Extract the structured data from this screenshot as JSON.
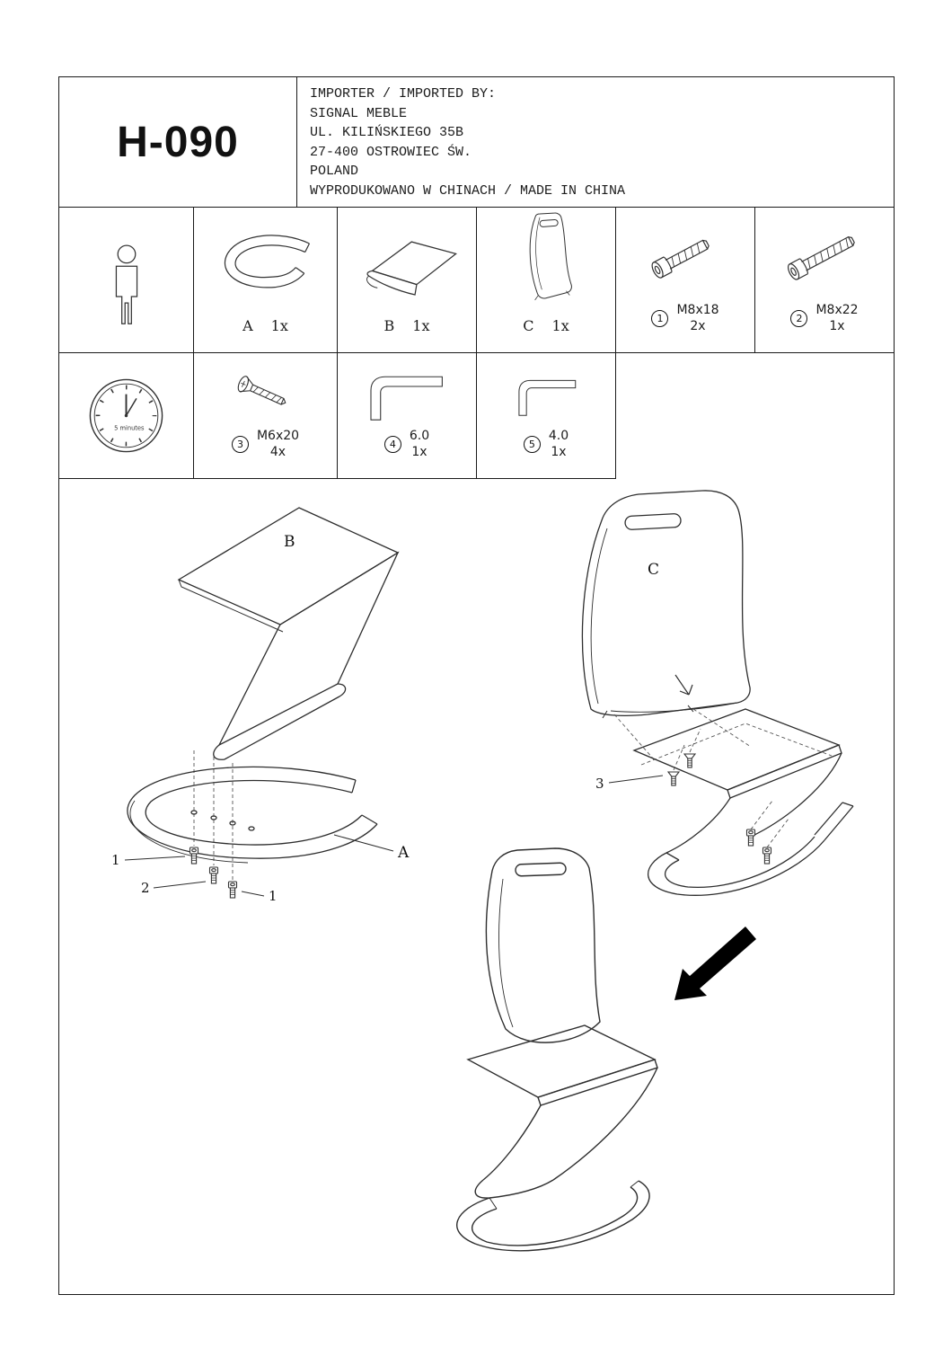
{
  "header": {
    "model": "H-090",
    "importer_title": "IMPORTER / IMPORTED BY:",
    "company": "SIGNAL MEBLE",
    "street": "UL. KILIŃSKIEGO 35B",
    "city": "27-400 OSTROWIEC ŚW.",
    "country": "POLAND",
    "made_in": "WYPRODUKOWANO W CHINACH / MADE IN CHINA"
  },
  "parts": {
    "a": {
      "letter": "A",
      "qty": "1x"
    },
    "b": {
      "letter": "B",
      "qty": "1x"
    },
    "c": {
      "letter": "C",
      "qty": "1x"
    },
    "screw_m8x18": {
      "num": "1",
      "size": "M8x18",
      "qty": "2x"
    },
    "screw_m8x22": {
      "num": "2",
      "size": "M8x22",
      "qty": "1x"
    },
    "screw_m6x20": {
      "num": "3",
      "size": "M6x20",
      "qty": "4x"
    },
    "allen_6": {
      "num": "4",
      "size": "6.0",
      "qty": "1x"
    },
    "allen_4": {
      "num": "5",
      "size": "4.0",
      "qty": "1x"
    },
    "assembly_time": "5 minutes"
  },
  "diagram": {
    "label_b": "B",
    "label_a": "A",
    "label_c": "C",
    "callout_screw1_top": "1",
    "callout_screw2": "2",
    "callout_screw1_bottom": "1",
    "callout_screw3": "3"
  }
}
